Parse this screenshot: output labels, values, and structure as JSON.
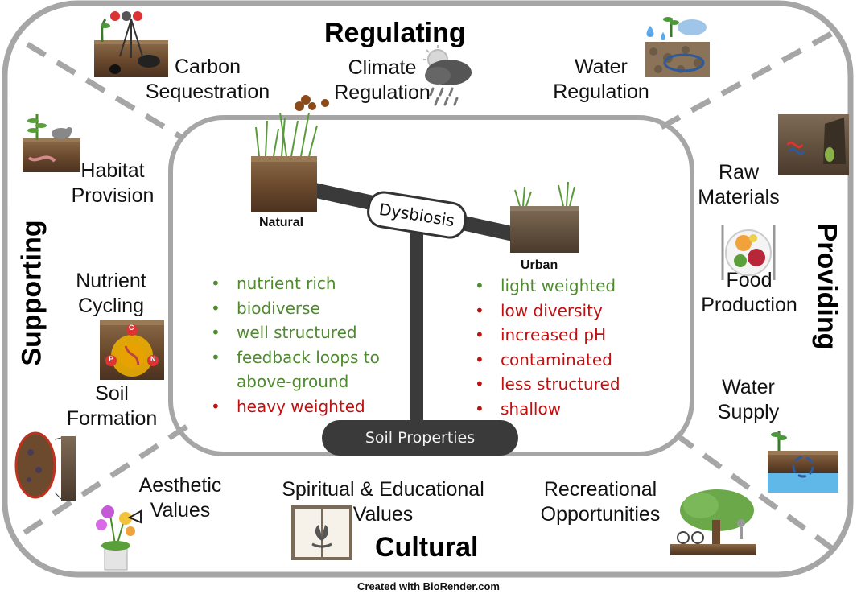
{
  "categories": {
    "regulating": "Regulating",
    "supporting": "Supporting",
    "providing": "Providing",
    "cultural": "Cultural"
  },
  "services": {
    "carbon_sequestration": [
      "Carbon",
      "Sequestration"
    ],
    "climate_regulation": [
      "Climate",
      "Regulation"
    ],
    "water_regulation": [
      "Water",
      "Regulation"
    ],
    "habitat_provision": [
      "Habitat",
      "Provision"
    ],
    "nutrient_cycling": [
      "Nutrient",
      "Cycling"
    ],
    "soil_formation": [
      "Soil",
      "Formation"
    ],
    "raw_materials": [
      "Raw",
      "Materials"
    ],
    "food_production": [
      "Food",
      "Production"
    ],
    "water_supply": [
      "Water",
      "Supply"
    ],
    "aesthetic_values": [
      "Aesthetic",
      "Values"
    ],
    "spiritual_values": [
      "Spiritual & Educational",
      "Values"
    ],
    "recreational": [
      "Recreational",
      "Opportunities"
    ]
  },
  "balance": {
    "natural_label": "Natural",
    "urban_label": "Urban",
    "center_label": "Dysbiosis",
    "base_label": "Soil Properties"
  },
  "natural_props": [
    {
      "text": "nutrient rich",
      "tone": "good"
    },
    {
      "text": "biodiverse",
      "tone": "good"
    },
    {
      "text": "well structured",
      "tone": "good"
    },
    {
      "text": "feedback loops to",
      "tone": "good"
    },
    {
      "text": "above-ground",
      "tone": "good",
      "continuation": true
    },
    {
      "text": "heavy weighted",
      "tone": "bad"
    }
  ],
  "urban_props": [
    {
      "text": "light weighted",
      "tone": "good"
    },
    {
      "text": "low diversity",
      "tone": "bad"
    },
    {
      "text": "increased pH",
      "tone": "bad"
    },
    {
      "text": "contaminated",
      "tone": "bad"
    },
    {
      "text": "less structured",
      "tone": "bad"
    },
    {
      "text": "shallow",
      "tone": "bad"
    }
  ],
  "credit": "Created with BioRender.com",
  "nutrient_icon_letters": [
    "C",
    "P",
    "N"
  ],
  "colors": {
    "frame": "#a6a6a6",
    "good": "#4e8a2e",
    "bad": "#c01010",
    "beam": "#3a3a3a",
    "soil": "#6b4a2e"
  }
}
